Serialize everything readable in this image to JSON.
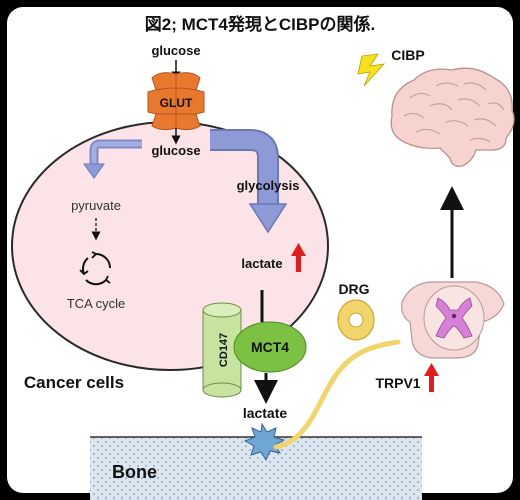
{
  "title": "図2; MCT4発現とCIBPの関係.",
  "labels": {
    "glucose_outside": "glucose",
    "glut": "GLUT",
    "glucose_inside": "glucose",
    "glycolysis": "glycolysis",
    "pyruvate": "pyruvate",
    "tca_cycle": "TCA cycle",
    "lactate_inside": "lactate",
    "cd147": "CD147",
    "mct4": "MCT4",
    "cancer_cells": "Cancer cells",
    "lactate_outside": "lactate",
    "bone": "Bone",
    "drg": "DRG",
    "trpv1": "TRPV1",
    "cibp": "CIBP"
  },
  "colors": {
    "background": "#000000",
    "panel": "#ffffff",
    "cell": "#fbe3e8",
    "cell_border": "#2a2a2a",
    "glut": "#e8782e",
    "cd147": "#c7e3a0",
    "mct4": "#7cc242",
    "blue_arrow": "#8d9ad6",
    "up_arrow": "#e21b1b",
    "bone": "#dde6ef",
    "bone_dots": "#9fb4cc",
    "nerve": "#f3d46b",
    "lightning": "#f6e11e",
    "brain": "#f7d3cf",
    "spinal": "#f6d8d6",
    "spinal_gray": "#d681d6"
  },
  "icons": [
    "lightning-icon",
    "brain-icon",
    "spinal-cord-icon",
    "drg-ganglion-icon",
    "up-arrow-icon",
    "cycle-icon"
  ]
}
